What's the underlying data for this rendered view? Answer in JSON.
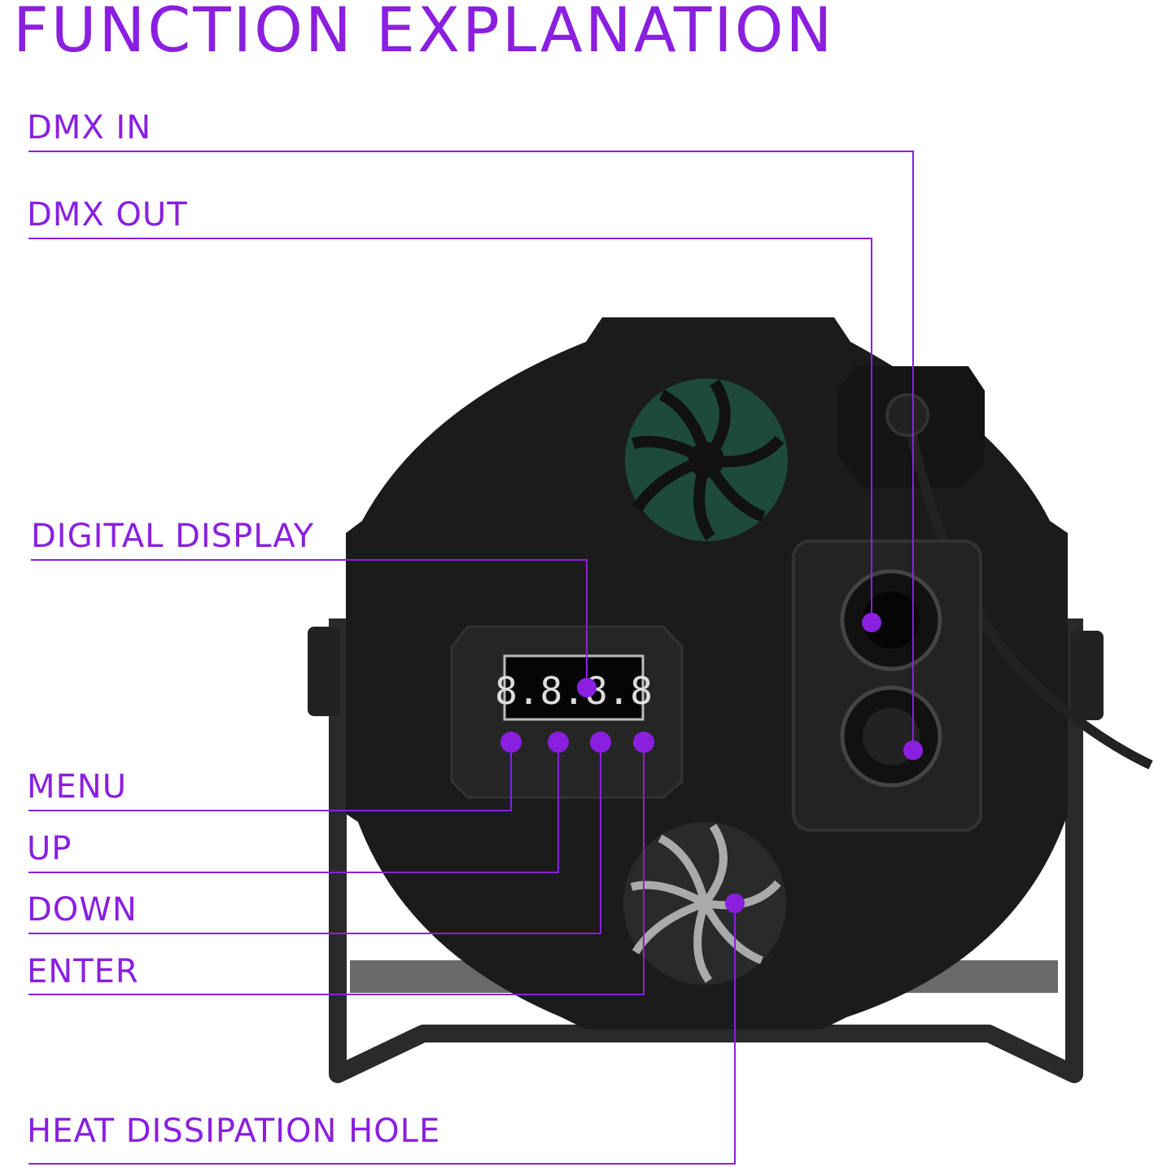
{
  "title": "FUNCTION EXPLANATION",
  "accent_color": "#8a1fe0",
  "labels": {
    "dmx_in": "DMX IN",
    "dmx_out": "DMX OUT",
    "digital_display": "DIGITAL DISPLAY",
    "menu": "MENU",
    "up": "UP",
    "down": "DOWN",
    "enter": "ENTER",
    "heat_hole": "HEAT DISSIPATION HOLE"
  },
  "display_readout": "8.8.8.8"
}
